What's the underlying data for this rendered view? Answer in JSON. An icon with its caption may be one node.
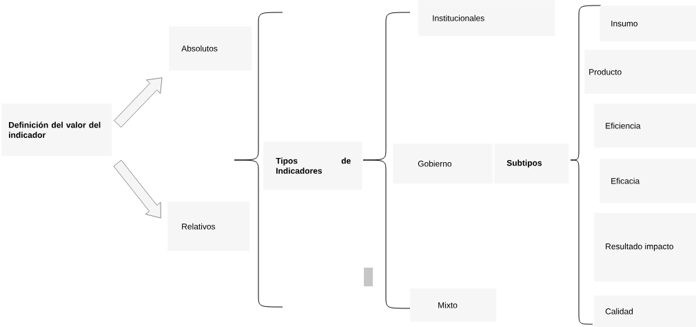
{
  "diagram": {
    "nodes": [
      {
        "text": [
          "Definición del valor del indicador"
        ]
      },
      {
        "text": [
          "Absolutos"
        ]
      },
      {
        "text": [
          "Relativos"
        ]
      },
      {
        "text": [
          "Tipos de Indicadores"
        ]
      },
      {
        "text": [
          "Institucionales"
        ]
      },
      {
        "text": [
          "Gobierno"
        ]
      },
      {
        "text": [
          "Subtipos"
        ]
      },
      {
        "text": [
          "Mixto"
        ]
      },
      {
        "text": [
          "Insumo"
        ]
      },
      {
        "text": [
          "Producto"
        ]
      },
      {
        "text": [
          "Eficiencia"
        ]
      },
      {
        "text": [
          "Eficacia"
        ]
      },
      {
        "text": [
          "Resultado impacto"
        ]
      },
      {
        "text": [
          "Calidad"
        ]
      }
    ],
    "edges": [
      {
        "from": 0,
        "to": 1,
        "arrow": "to"
      },
      {
        "from": 0,
        "to": 2,
        "arrow": "to"
      }
    ]
  }
}
